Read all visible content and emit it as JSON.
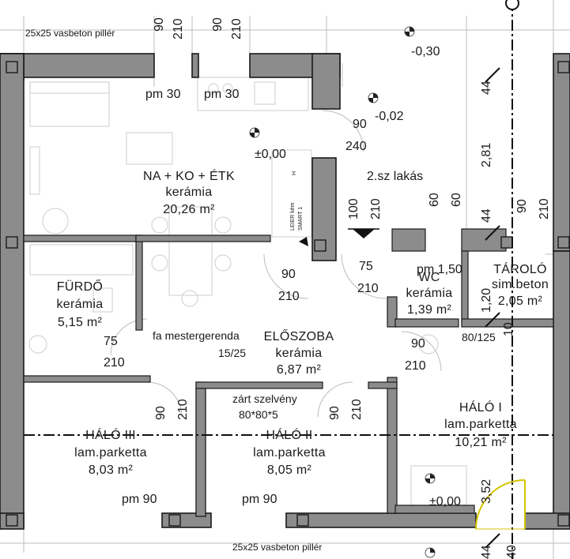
{
  "notes": {
    "pillar_top": "25x25 vasbeton pillér",
    "pillar_bottom": "25x25 vasbeton pillér",
    "beam": "fa mestergerenda",
    "beam_size": "15/25",
    "tube": "zárt szelvény",
    "tube_size": "80*80*5",
    "neighbour": "2.sz lakás",
    "boiler1": "LEIER kém",
    "boiler2": "SMART 1",
    "stair_mark": "H"
  },
  "levels": {
    "outside": "-0,30",
    "entry": "-0,02",
    "living": "±0,00",
    "bedroom": "±0,00"
  },
  "rooms": {
    "living": {
      "name": "NA + KO + ÉTK",
      "floor": "kerámia",
      "area": "20,26 m²"
    },
    "bath": {
      "name": "FÜRDŐ",
      "floor": "kerámia",
      "area": "5,15 m²"
    },
    "hall": {
      "name": "ELŐSZOBA",
      "floor": "kerámia",
      "area": "6,87 m²"
    },
    "wc": {
      "name": "WC",
      "floor": "kerámia",
      "area": "1,39 m²"
    },
    "storage": {
      "name": "TÁROLÓ",
      "floor": "sim.beton",
      "area": "2,05 m²"
    },
    "bed1": {
      "name": "HÁLÓ I",
      "floor": "lam.parketta",
      "area": "10,21 m²"
    },
    "bed2": {
      "name": "HÁLÓ II",
      "floor": "lam.parketta",
      "area": "8,05 m²"
    },
    "bed3": {
      "name": "HÁLÓ III",
      "floor": "lam.parketta",
      "area": "8,03 m²"
    }
  },
  "openings": {
    "top_a_w": "90",
    "top_a_h": "210",
    "top_b_w": "90",
    "top_b_h": "210",
    "kitchen_sill1": "pm 30",
    "kitchen_sill2": "pm 30",
    "entry_w": "90",
    "entry_h": "240",
    "living_door_w": "90",
    "living_door_h": "210",
    "bath_door_w": "75",
    "bath_door_h": "210",
    "wc_door_w": "75",
    "wc_door_h": "210",
    "wc_sill": "pm 1,50",
    "storage_win_w": "60",
    "storage_win_h": "60",
    "shaft_w": "100",
    "shaft_h": "210",
    "storage_door_w": "90",
    "storage_door_h": "210",
    "storage_win2": "1,20",
    "bed1_door_w": "90",
    "bed1_door_h": "210",
    "bed1_win": "80/125",
    "bed2_door_w": "90",
    "bed2_door_h": "210",
    "bed3_door_w": "90",
    "bed3_door_h": "210",
    "bed2_sill": "pm 90",
    "bed3_sill": "pm 90"
  },
  "axis_dims": {
    "d44_top": "44",
    "d281": "2,81",
    "d44_mid": "44",
    "d10": "10",
    "d352": "3,52",
    "d44_bottom": "44",
    "d40": "40"
  }
}
